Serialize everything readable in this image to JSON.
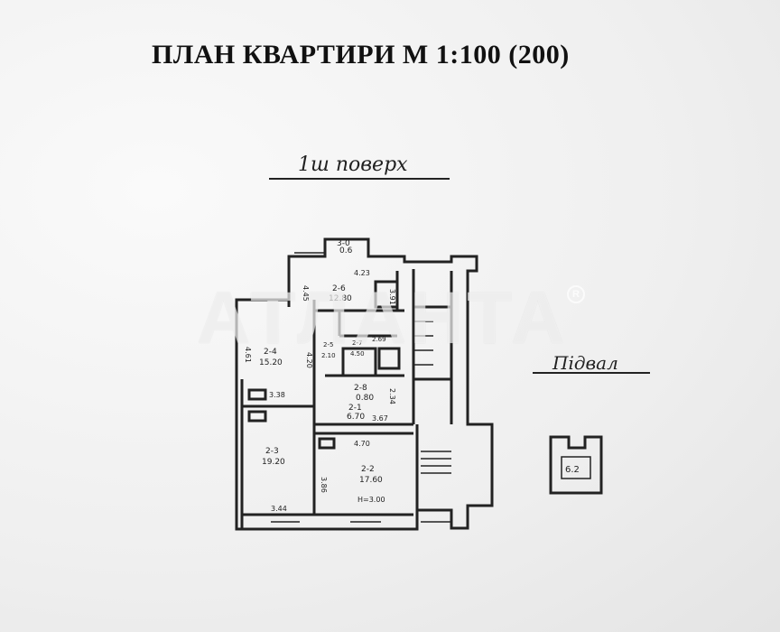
{
  "title": "ПЛАН КВАРТИРИ М 1:100 (200)",
  "floor_label": "1ш поверх",
  "basement_label": "Підвал",
  "watermark": "АТЛАНТА",
  "rooms": {
    "r3_0": {
      "id": "3-0",
      "area": "0.6"
    },
    "r2_6": {
      "id": "2-6",
      "area": "12.80"
    },
    "r2_4": {
      "id": "2-4",
      "area": "15.20"
    },
    "r2_5": {
      "id": "2-5",
      "area": "2.10"
    },
    "r2_7": {
      "id": "2-7",
      "area": "4.50"
    },
    "r2_8": {
      "id": "2-8",
      "area": "0.80"
    },
    "r2_1": {
      "id": "2-1",
      "area": "6.70"
    },
    "r2_3": {
      "id": "2-3",
      "area": "19.20"
    },
    "r2_2": {
      "id": "2-2",
      "area": "17.60"
    },
    "basement": {
      "area": "6.2"
    }
  },
  "dimensions": {
    "d_top": "4.23",
    "d_left_kitchen": "4.45",
    "d_kitchen_side": "3.91",
    "d_r24_left": "4.61",
    "d_r24_right": "4.20",
    "d_338": "3.38",
    "d_367": "3.67",
    "d_234": "2.34",
    "d_269": "2.69",
    "d_470": "4.70",
    "d_386": "3.86",
    "d_344": "3.44",
    "height": "Н=3.00"
  }
}
